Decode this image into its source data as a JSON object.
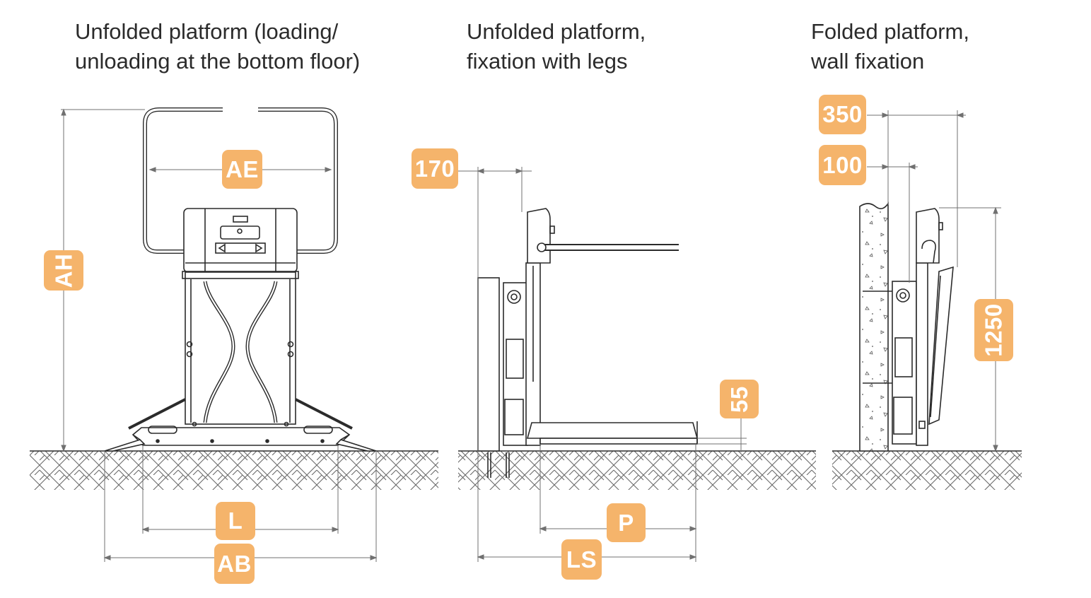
{
  "captions": {
    "front": [
      "Unfolded platform (loading/",
      "unloading at the bottom floor)"
    ],
    "side": [
      "Unfolded platform,",
      "fixation with legs"
    ],
    "folded": [
      "Folded platform,",
      "wall fixation"
    ]
  },
  "dimension_labels": {
    "AE": "AE",
    "AH": "AH",
    "L": "L",
    "AB": "AB",
    "d170": "170",
    "d55": "55",
    "P": "P",
    "LS": "LS",
    "d350": "350",
    "d100": "100",
    "d1250": "1250"
  },
  "colors": {
    "badge": "#f5b46b",
    "line": "#2b2b2b",
    "dim_line": "#707070"
  }
}
